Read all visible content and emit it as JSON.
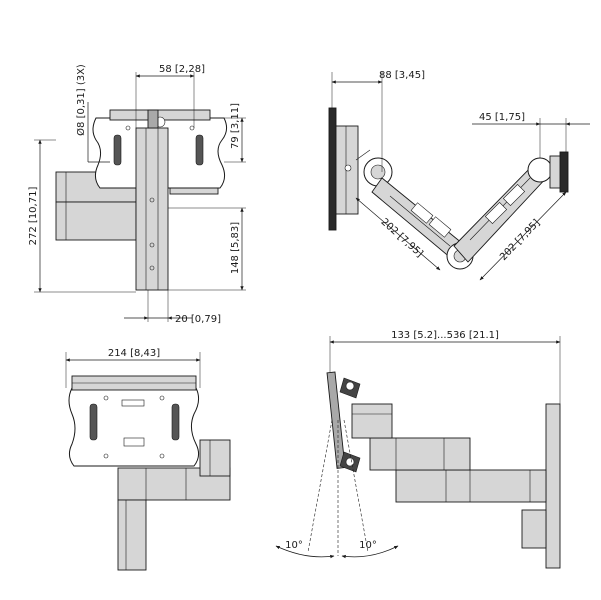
{
  "dimensions": {
    "front_hole": "Ø8 [0,31] (3X)",
    "front_width": "58 [2,28]",
    "front_top_offset": "79 [3,11]",
    "front_height": "272 [10,71]",
    "front_lower": "148 [5,83]",
    "front_rail": "20 [0,79]",
    "side_depth": "88 [3,45]",
    "side_offset": "45 [1,75]",
    "side_arm1": "202 [7,95]",
    "side_arm2": "202 [7,95]",
    "top_width": "214 [8,43]",
    "top_reach": "133 [5.2]...536 [21.1]",
    "tilt_left": "10°",
    "tilt_right": "10°"
  }
}
